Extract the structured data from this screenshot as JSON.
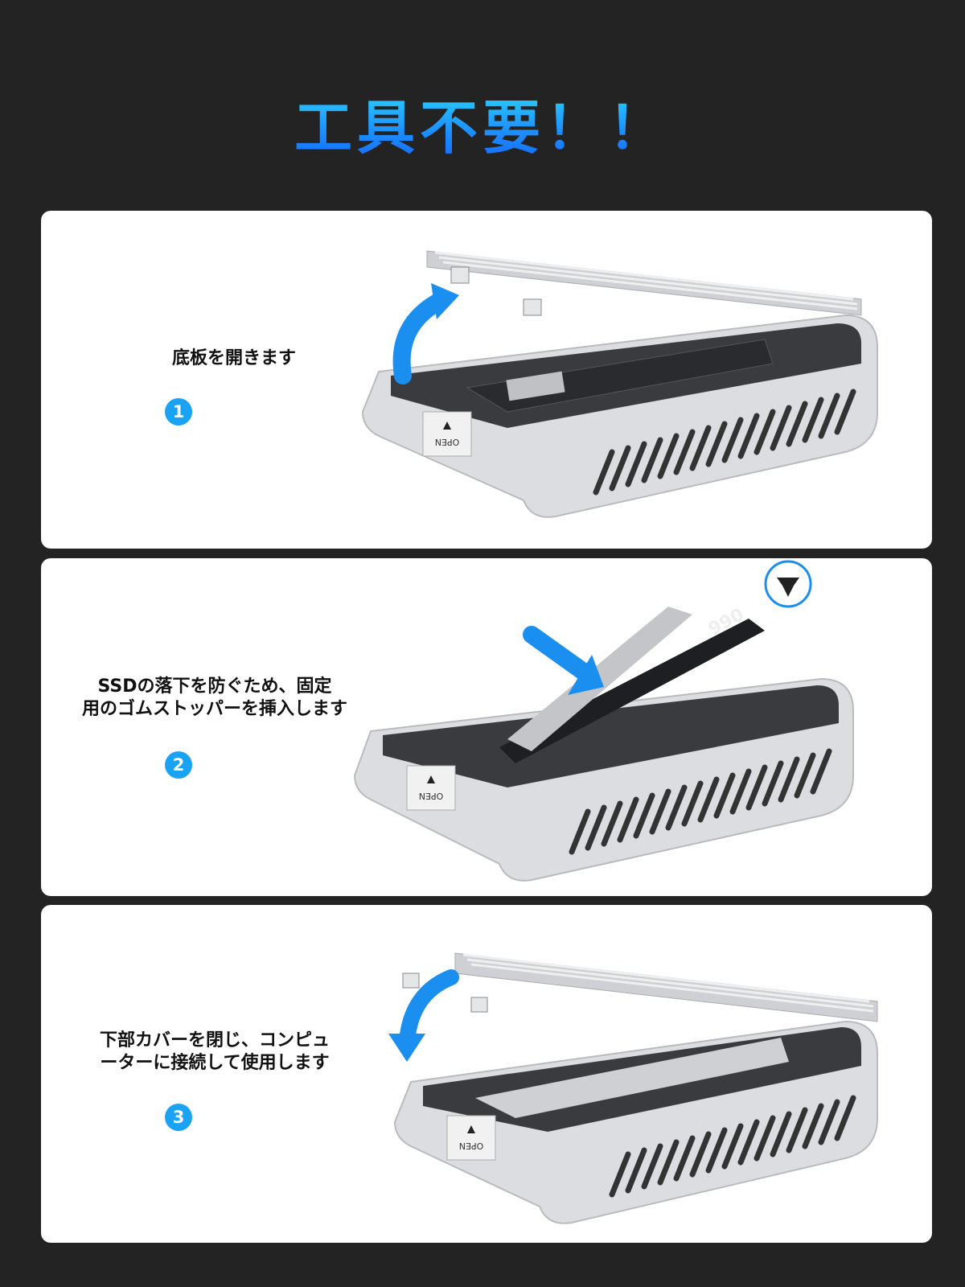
{
  "headline": "工具不要！！",
  "steps": [
    {
      "number": "1",
      "caption_lines": [
        "底板を開きます"
      ]
    },
    {
      "number": "2",
      "caption_lines": [
        "SSDの落下を防ぐため、固定",
        "用のゴムストッパーを挿入します"
      ]
    },
    {
      "number": "3",
      "caption_lines": [
        "下部カバーを閉じ、コンピュ",
        "ーターに接続して使用します"
      ]
    }
  ],
  "device": {
    "label": "OPEN",
    "ssd_label": "990"
  },
  "colors": {
    "background": "#232323",
    "panel": "#ffffff",
    "accent": "#1aa3f5",
    "arrow": "#1a8ff0",
    "aluminum": "#d9dadc"
  }
}
